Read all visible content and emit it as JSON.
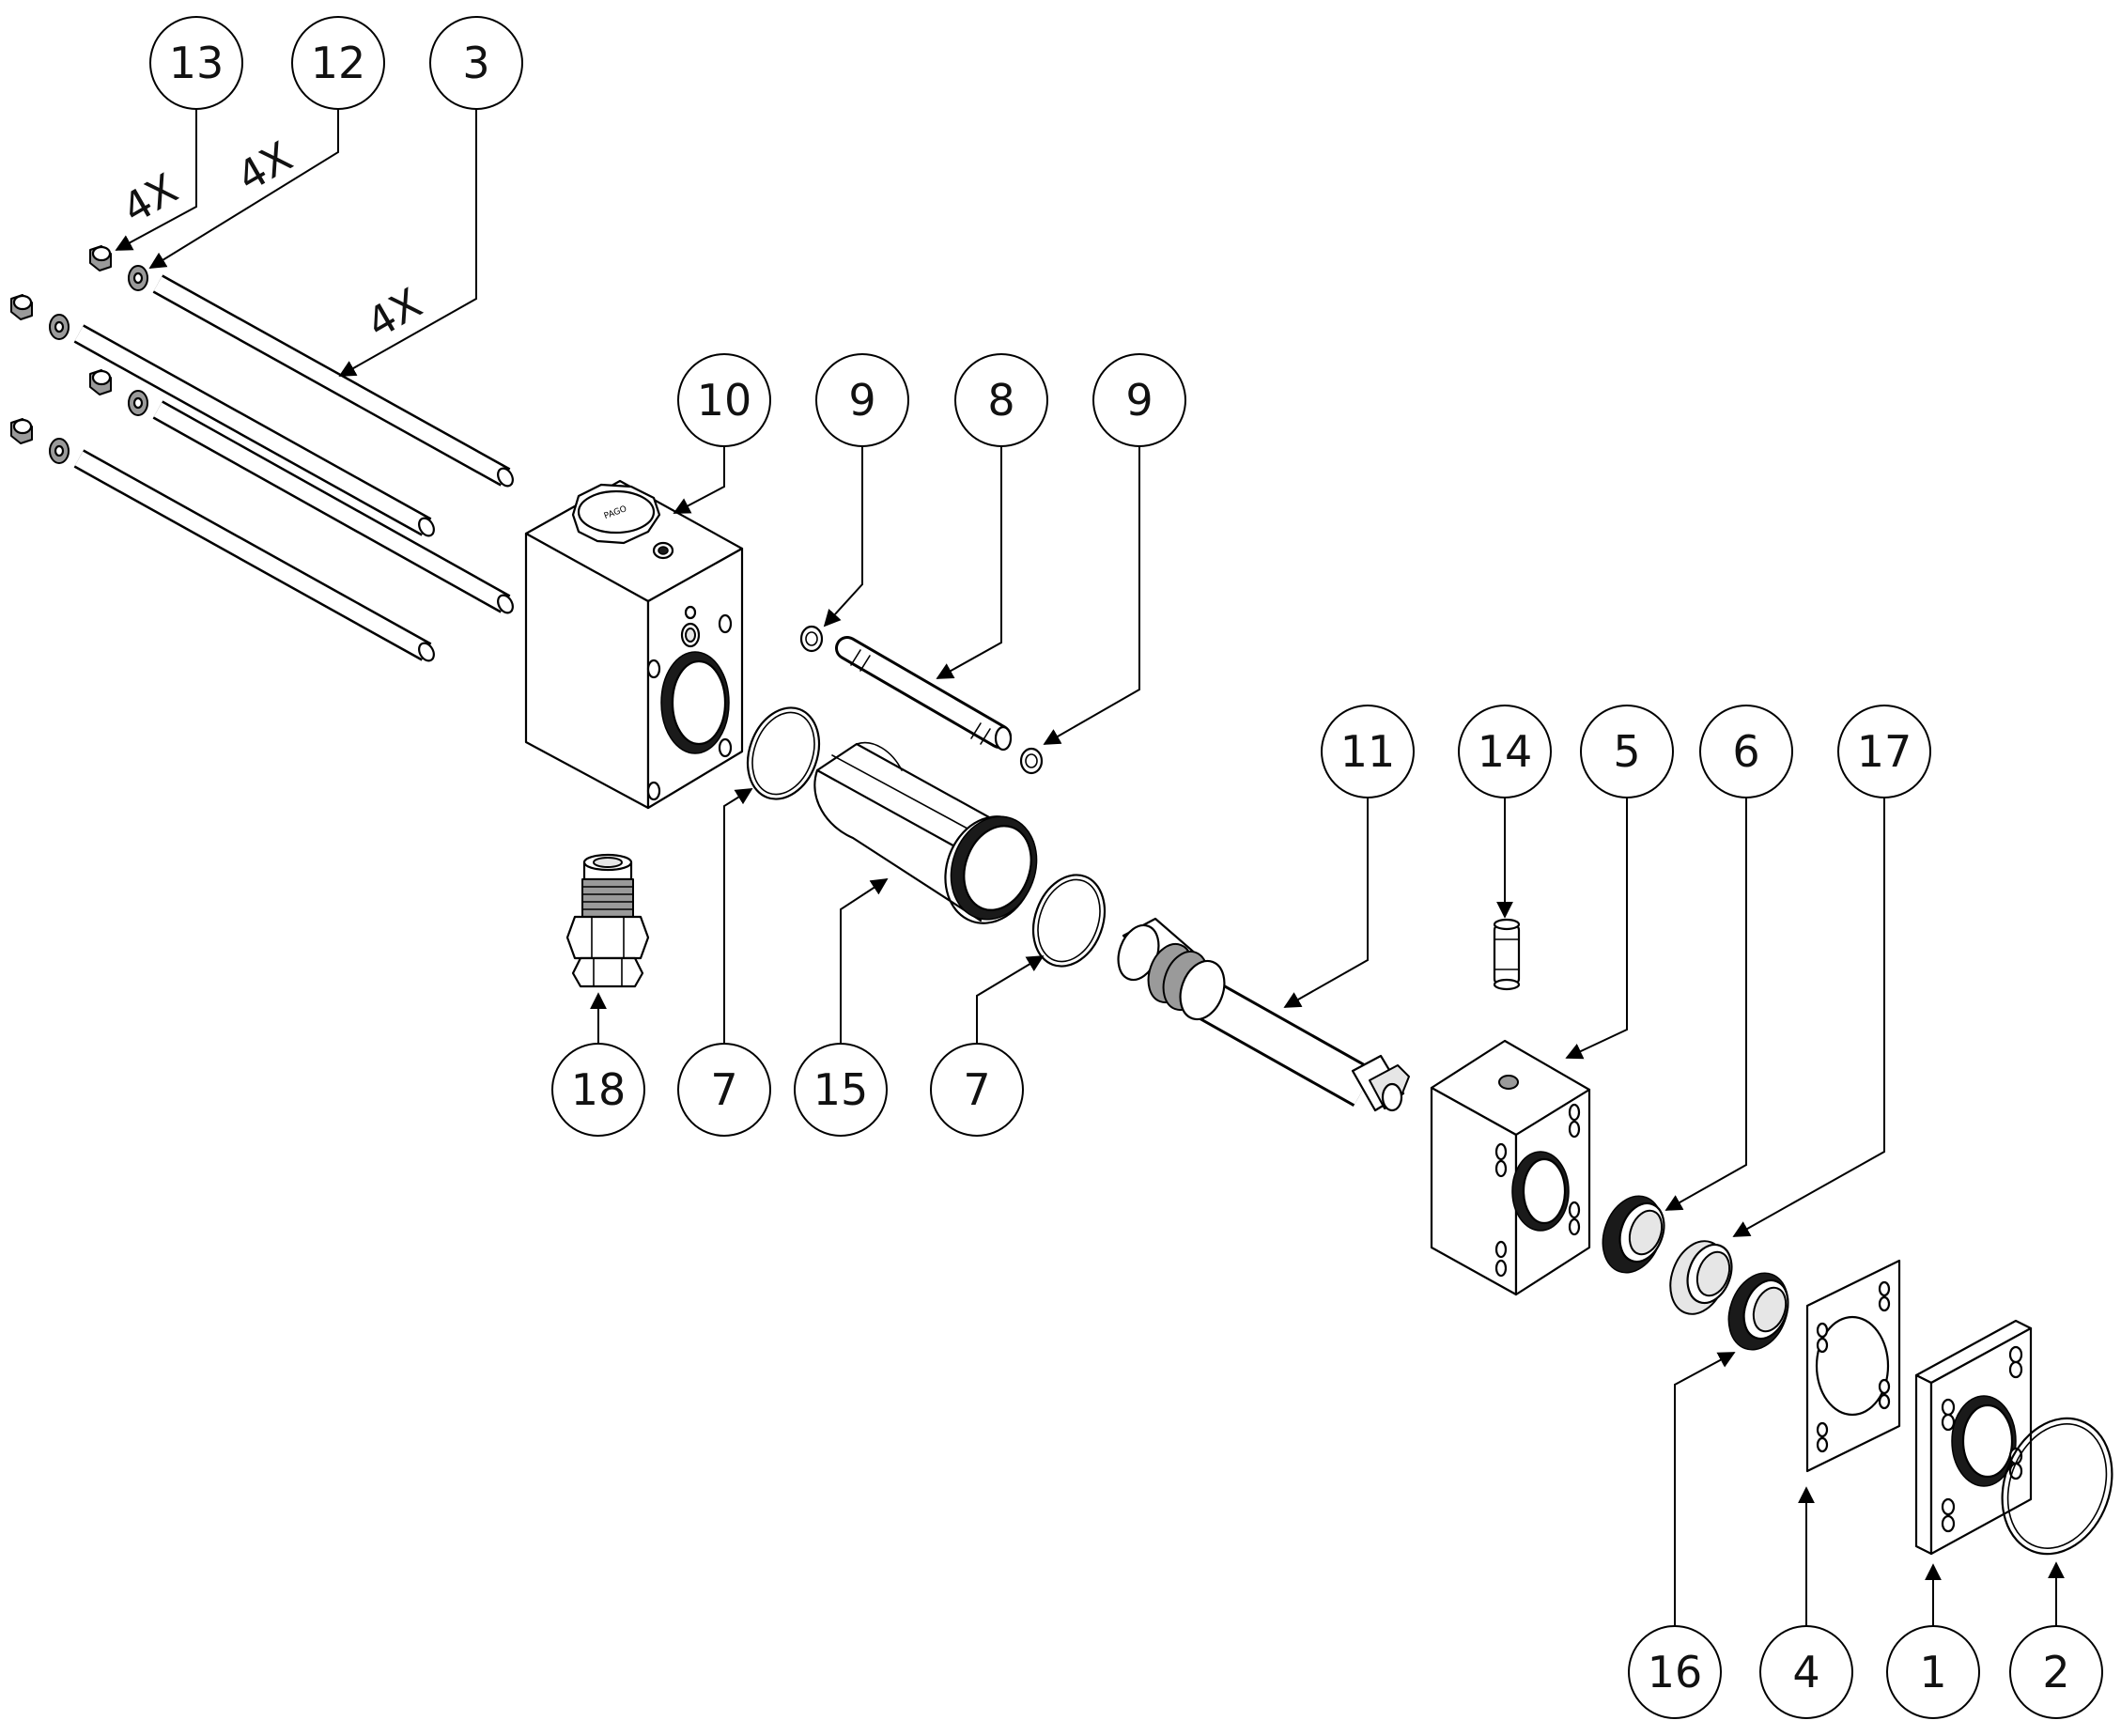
{
  "balloons": [
    {
      "id": "b13",
      "label": "13"
    },
    {
      "id": "b12",
      "label": "12"
    },
    {
      "id": "b3",
      "label": "3"
    },
    {
      "id": "b10",
      "label": "10"
    },
    {
      "id": "b9a",
      "label": "9"
    },
    {
      "id": "b8",
      "label": "8"
    },
    {
      "id": "b9b",
      "label": "9"
    },
    {
      "id": "b11",
      "label": "11"
    },
    {
      "id": "b14",
      "label": "14"
    },
    {
      "id": "b5",
      "label": "5"
    },
    {
      "id": "b6",
      "label": "6"
    },
    {
      "id": "b17",
      "label": "17"
    },
    {
      "id": "b18",
      "label": "18"
    },
    {
      "id": "b7a",
      "label": "7"
    },
    {
      "id": "b15",
      "label": "15"
    },
    {
      "id": "b7b",
      "label": "7"
    },
    {
      "id": "b16",
      "label": "16"
    },
    {
      "id": "b4",
      "label": "4"
    },
    {
      "id": "b1",
      "label": "1"
    },
    {
      "id": "b2",
      "label": "2"
    }
  ],
  "quantities": {
    "nut": "4X",
    "washer": "4X",
    "tie_rod": "4X"
  },
  "cap_marking": "PAGO"
}
